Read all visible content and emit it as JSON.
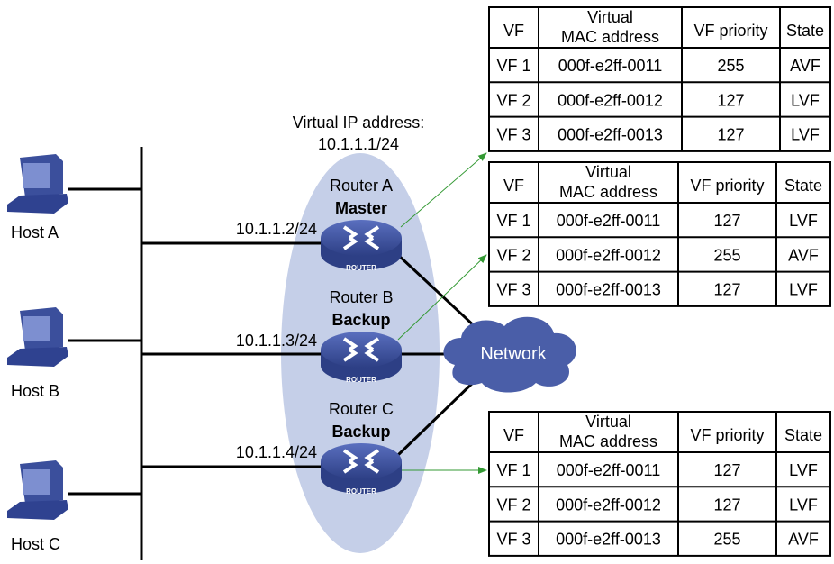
{
  "virtual_ip": {
    "line1": "Virtual IP address:",
    "line2": "10.1.1.1/24"
  },
  "hosts": [
    {
      "label": "Host A"
    },
    {
      "label": "Host B"
    },
    {
      "label": "Host C"
    }
  ],
  "routers": [
    {
      "name": "Router A",
      "role": "Master",
      "ip": "10.1.1.2/24",
      "icon_text": "ROUTER"
    },
    {
      "name": "Router B",
      "role": "Backup",
      "ip": "10.1.1.3/24",
      "icon_text": "ROUTER"
    },
    {
      "name": "Router C",
      "role": "Backup",
      "ip": "10.1.1.4/24",
      "icon_text": "ROUTER"
    }
  ],
  "network_label": "Network",
  "colors": {
    "master": "#ff00ff",
    "avf": "#ff6600",
    "arrow": "#339933",
    "ellipse": "#c5cfe8",
    "device": "#3b4f9c"
  },
  "table_headers": [
    "VF",
    "Virtual MAC address",
    "VF priority",
    "State"
  ],
  "tables": [
    {
      "rows": [
        [
          "VF 1",
          "000f-e2ff-0011",
          "255",
          "AVF"
        ],
        [
          "VF 2",
          "000f-e2ff-0012",
          "127",
          "LVF"
        ],
        [
          "VF 3",
          "000f-e2ff-0013",
          "127",
          "LVF"
        ]
      ]
    },
    {
      "rows": [
        [
          "VF 1",
          "000f-e2ff-0011",
          "127",
          "LVF"
        ],
        [
          "VF 2",
          "000f-e2ff-0012",
          "255",
          "AVF"
        ],
        [
          "VF 3",
          "000f-e2ff-0013",
          "127",
          "LVF"
        ]
      ]
    },
    {
      "rows": [
        [
          "VF 1",
          "000f-e2ff-0011",
          "127",
          "LVF"
        ],
        [
          "VF 2",
          "000f-e2ff-0012",
          "127",
          "LVF"
        ],
        [
          "VF 3",
          "000f-e2ff-0013",
          "255",
          "AVF"
        ]
      ]
    }
  ]
}
